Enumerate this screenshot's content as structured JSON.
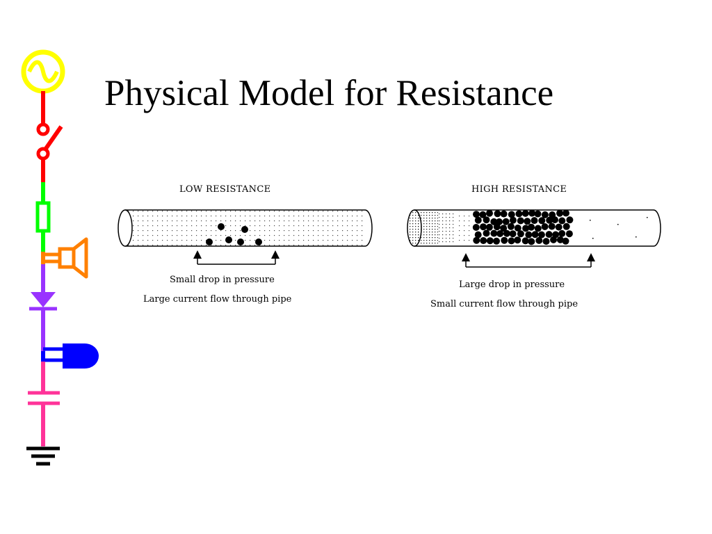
{
  "slide": {
    "title": "Physical Model for Resistance"
  },
  "low": {
    "heading": "LOW RESISTANCE",
    "caption1": "Small drop in pressure",
    "caption2": "Large current flow through pipe"
  },
  "high": {
    "heading": "HIGH RESISTANCE",
    "caption1": "Large drop in pressure",
    "caption2": "Small current flow through pipe"
  },
  "symbols": {
    "strip": [
      {
        "name": "ac-source-icon",
        "color": "#ffff00"
      },
      {
        "name": "switch-icon",
        "color": "#ff0000"
      },
      {
        "name": "resistor-icon",
        "color": "#00ff00"
      },
      {
        "name": "speaker-icon",
        "color": "#ff8000"
      },
      {
        "name": "diode-icon",
        "color": "#9933ff"
      },
      {
        "name": "lamp-icon",
        "color": "#0000ff"
      },
      {
        "name": "capacitor-icon",
        "color": "#ff3399"
      },
      {
        "name": "ground-icon",
        "color": "#000000"
      }
    ]
  }
}
